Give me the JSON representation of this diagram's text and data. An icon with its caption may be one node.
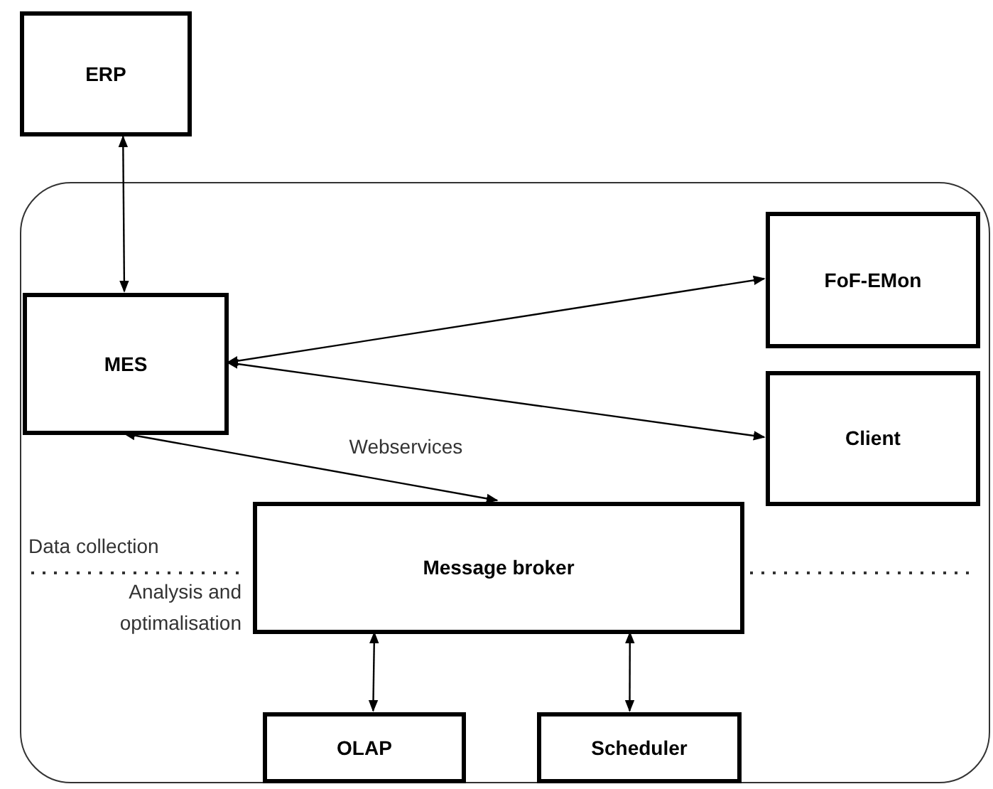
{
  "diagram": {
    "nodes": [
      {
        "text": [
          "ERP"
        ]
      },
      {
        "text": [],
        "shape": "box"
      },
      {
        "text": [
          "MES"
        ],
        "in": 1
      },
      {
        "text": [
          "FoF-EMon"
        ],
        "in": 1
      },
      {
        "text": [
          "Client"
        ],
        "in": 1
      },
      {
        "text": [
          "Message broker"
        ],
        "in": 1
      },
      {
        "text": [
          "OLAP"
        ],
        "in": 1
      },
      {
        "text": [
          "Scheduler"
        ],
        "in": 1
      }
    ],
    "edges": [
      {
        "from": 0,
        "to": 2,
        "arrow": "both"
      },
      {
        "from": 2,
        "to": 3,
        "arrow": "both"
      },
      {
        "from": 2,
        "to": 4,
        "arrow": "both"
      },
      {
        "from": 2,
        "to": 5,
        "arrow": "both",
        "label": "Webservices"
      },
      {
        "from": 5,
        "to": 6,
        "arrow": "both"
      },
      {
        "from": 5,
        "to": 7,
        "arrow": "both"
      }
    ],
    "labels": [
      "Data collection",
      "Analysis and optimalisation"
    ]
  }
}
